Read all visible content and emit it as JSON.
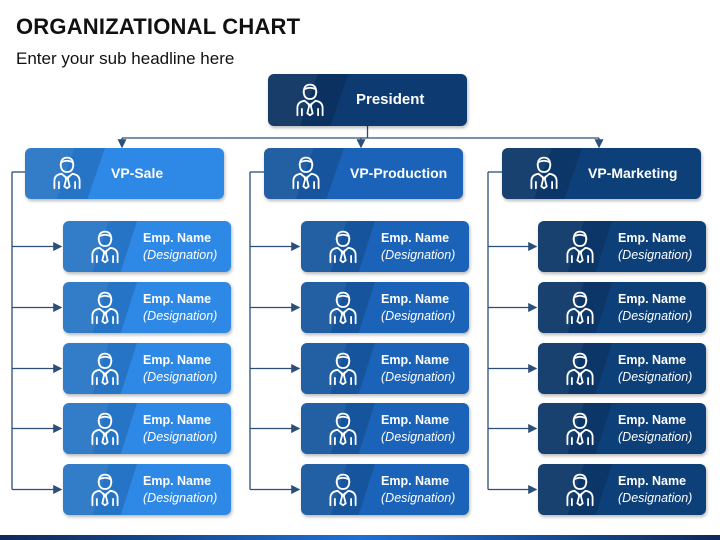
{
  "title": "ORGANIZATIONAL CHART",
  "subtitle": "Enter your sub headline here",
  "colors": {
    "president": "#0d3a70",
    "sale": "#2d88e6",
    "production": "#1a63b8",
    "marketing": "#0d3f78",
    "connector": "#2b4e7a"
  },
  "president": {
    "label": "President",
    "icon": "person-tie-icon"
  },
  "departments": [
    {
      "key": "sale",
      "label": "VP-Sale",
      "icon": "person-tie-icon",
      "employees": [
        {
          "name": "Emp. Name",
          "designation": "(Designation)"
        },
        {
          "name": "Emp. Name",
          "designation": "(Designation)"
        },
        {
          "name": "Emp. Name",
          "designation": "(Designation)"
        },
        {
          "name": "Emp. Name",
          "designation": "(Designation)"
        },
        {
          "name": "Emp. Name",
          "designation": "(Designation)"
        }
      ]
    },
    {
      "key": "production",
      "label": "VP-Production",
      "icon": "person-tie-icon",
      "employees": [
        {
          "name": "Emp. Name",
          "designation": "(Designation)"
        },
        {
          "name": "Emp. Name",
          "designation": "(Designation)"
        },
        {
          "name": "Emp. Name",
          "designation": "(Designation)"
        },
        {
          "name": "Emp. Name",
          "designation": "(Designation)"
        },
        {
          "name": "Emp. Name",
          "designation": "(Designation)"
        }
      ]
    },
    {
      "key": "marketing",
      "label": "VP-Marketing",
      "icon": "person-tie-icon",
      "employees": [
        {
          "name": "Emp. Name",
          "designation": "(Designation)"
        },
        {
          "name": "Emp. Name",
          "designation": "(Designation)"
        },
        {
          "name": "Emp. Name",
          "designation": "(Designation)"
        },
        {
          "name": "Emp. Name",
          "designation": "(Designation)"
        },
        {
          "name": "Emp. Name",
          "designation": "(Designation)"
        }
      ]
    }
  ]
}
